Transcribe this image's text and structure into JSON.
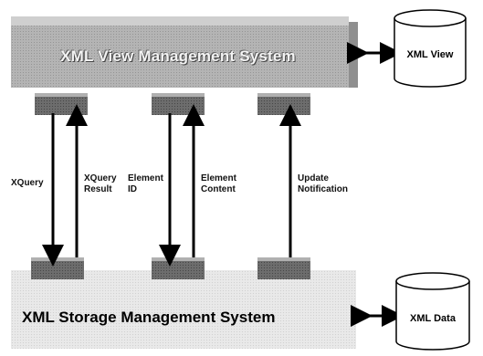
{
  "top_system": {
    "title": "XML View Management System"
  },
  "bottom_system": {
    "title": "XML Storage Management System"
  },
  "stores": {
    "view": "XML View",
    "data": "XML Data"
  },
  "flows": [
    {
      "id": "xquery",
      "label": "XQuery",
      "direction": "down"
    },
    {
      "id": "xquery-result",
      "label": "XQuery\nResult",
      "direction": "up"
    },
    {
      "id": "element-id",
      "label": "Element\nID",
      "direction": "down"
    },
    {
      "id": "element-content",
      "label": "Element\nContent",
      "direction": "up"
    },
    {
      "id": "update-notification",
      "label": "Update\nNotification",
      "direction": "up"
    }
  ]
}
